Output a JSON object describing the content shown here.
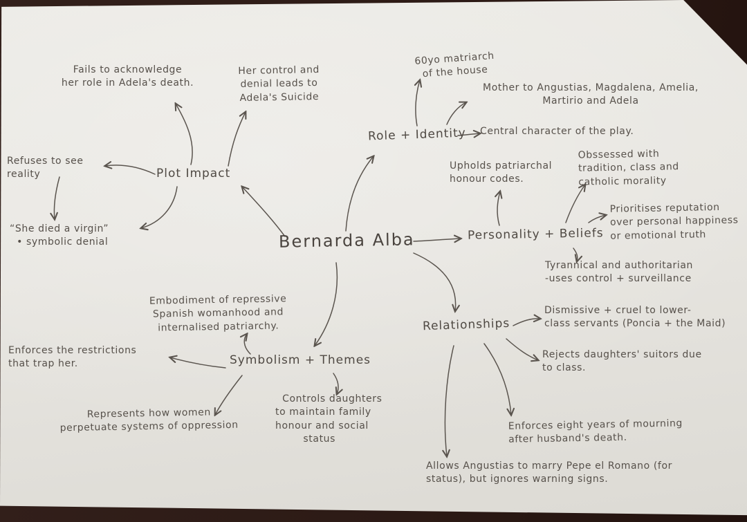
{
  "title": "Bernarda Alba handwritten mind map",
  "colors": {
    "paper": "#e8e6e1",
    "table": "#2f1d18",
    "ink": "#56504a"
  },
  "center": {
    "label": "Bernarda Alba"
  },
  "branches": {
    "plot_impact": {
      "label": "Plot Impact",
      "notes": {
        "fails": "Fails to acknowledge\nher role in Adela's death.",
        "her_control": "Her control and\ndenial leads to\nAdela's Suicide",
        "refuses": "Refuses to see\nreality",
        "she_died": "“She died a virgin”\n  • symbolic denial"
      }
    },
    "role_identity": {
      "label": "Role + Identity",
      "notes": {
        "matriarch": "60yo matriarch\n  of the house",
        "mother": "Mother to Angustias, Magdalena, Amelia,\nMartirio and Adela",
        "central": "Central character of the play."
      }
    },
    "personality_beliefs": {
      "label": "Personality + Beliefs",
      "notes": {
        "upholds": "Upholds patriarchal\nhonour codes.",
        "obsessed": "Obssessed with\ntradition, class and\ncatholic morality",
        "prioritises": "Prioritises reputation\nover personal happiness\nor emotional truth",
        "tyrannical": "Tyrannical and authoritarian\n-uses control + surveillance"
      }
    },
    "relationships": {
      "label": "Relationships",
      "notes": {
        "dismissive": "Dismissive + cruel to lower-\nclass servants (Poncia + the Maid)",
        "rejects": "Rejects daughters' suitors due\nto class.",
        "mourning": "Enforces eight years of mourning\nafter husband's death.",
        "allows": "Allows Angustias to marry Pepe el Romano (for\nstatus), but ignores warning signs."
      }
    },
    "symbolism_themes": {
      "label": "Symbolism + Themes",
      "notes": {
        "embodiment": "Embodiment of repressive\nSpanish womanhood and\ninternalised patriarchy.",
        "enforces_restrictions": "Enforces the restrictions\nthat trap her.",
        "represents": "Represents how women\nperpetuate systems of oppression",
        "controls": "  Controls daughters\nto maintain family\nhonour and social\n        status"
      }
    }
  }
}
